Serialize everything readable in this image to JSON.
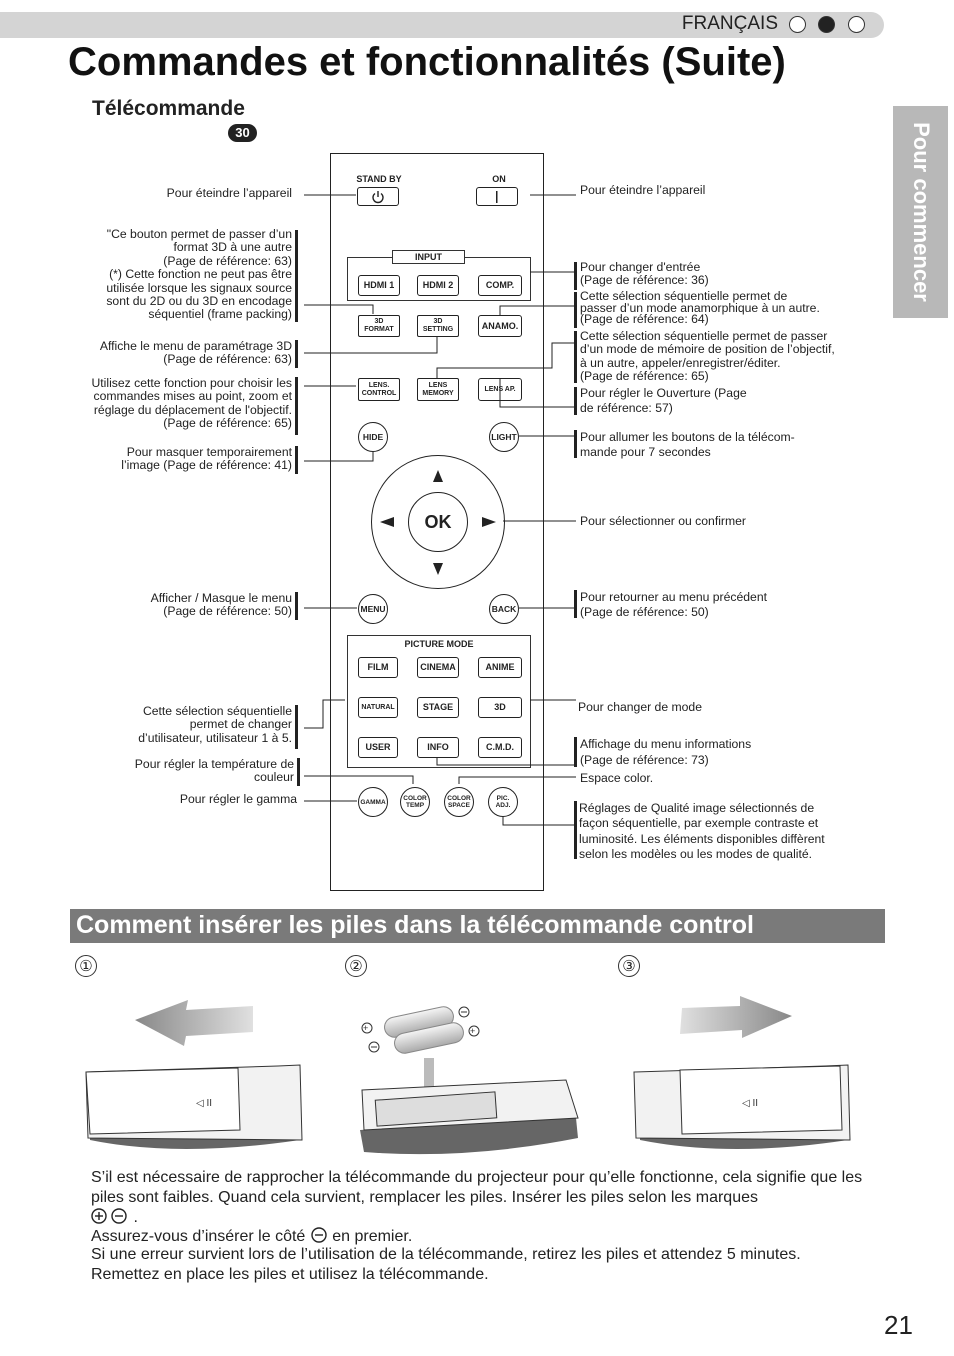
{
  "header": {
    "language": "FRANÇAIS",
    "title": "Commandes et fonctionnalités (Suite)",
    "subtitle": "Télécommande",
    "ref_badge": "30",
    "side_tab": "Pour commencer"
  },
  "remote": {
    "standby": "STAND BY",
    "on": "ON",
    "input_group": "INPUT",
    "hdmi1": "HDMI 1",
    "hdmi2": "HDMI 2",
    "comp": "COMP.",
    "format3d_1": "3D",
    "format3d_2": "FORMAT",
    "setting3d_1": "3D",
    "setting3d_2": "SETTING",
    "anamo": "ANAMO.",
    "lens_control_1": "LENS.",
    "lens_control_2": "CONTROL",
    "lens_memory_1": "LENS",
    "lens_memory_2": "MEMORY",
    "lens_ap": "LENS AP.",
    "hide": "HIDE",
    "light": "LIGHT",
    "ok": "OK",
    "menu": "MENU",
    "back": "BACK",
    "picture_mode": "PICTURE MODE",
    "film": "FILM",
    "cinema": "CINEMA",
    "anime": "ANIME",
    "natural": "NATURAL",
    "stage": "STAGE",
    "btn3d": "3D",
    "user": "USER",
    "info": "INFO",
    "cmd": "C.M.D.",
    "gamma": "GAMMA",
    "color_temp_1": "COLOR",
    "color_temp_2": "TEMP",
    "color_space_1": "COLOR",
    "color_space_2": "SPACE",
    "pic_adj_1": "PIC.",
    "pic_adj_2": "ADJ."
  },
  "notes_left": {
    "standby": "Pour éteindre l’appareil",
    "format3d": [
      "\"Ce bouton permet de passer d’un",
      "format 3D à une autre",
      "(Page de référence: 63)",
      "(*) Cette fonction ne peut pas être",
      "utilisée lorsque les signaux source",
      "sont du 2D ou du 3D en encodage",
      "séquentiel (frame packing)"
    ],
    "setting3d": [
      "Affiche le menu de paramétrage 3D",
      "(Page de référence: 63)"
    ],
    "lens_control": [
      "Utilisez cette fonction pour choisir les",
      "commandes mises au point, zoom et",
      "réglage du déplacement de l'objectif.",
      "(Page de référence: 65)"
    ],
    "hide": [
      "Pour masquer temporairement",
      "l’image (Page de référence: 41)"
    ],
    "menu": [
      "Afficher / Masque le menu",
      "(Page de référence: 50)"
    ],
    "user": [
      "Cette sélection séquentielle",
      "permet de changer",
      "d’utilisateur, utilisateur 1 à 5."
    ],
    "color_temp": [
      "Pour régler la température de",
      "couleur"
    ],
    "gamma": "Pour régler le gamma"
  },
  "notes_right": {
    "on": "Pour éteindre l’appareil",
    "input": [
      "Pour changer d'entrée",
      "(Page de référence: 36)"
    ],
    "anamo": [
      "Cette sélection séquentielle permet de",
      "passer d’un mode anamorphique à un autre.",
      "(Page de référence: 64)"
    ],
    "lens_memory": [
      "Cette sélection séquentielle permet de passer",
      "d’un mode de mémoire de position de l’objectif,",
      "à un autre, appeler/enregistrer/éditer.",
      "(Page de référence: 65)"
    ],
    "lens_ap": [
      "Pour régler le Ouverture (Page",
      "de référence: 57)"
    ],
    "light": [
      "Pour allumer les boutons de la télécom-",
      "mande pour 7 secondes"
    ],
    "ok": "Pour sélectionner ou confirmer",
    "back": [
      "Pour retourner au menu précédent",
      "(Page de référence: 50)"
    ],
    "picture_mode": "Pour changer de mode",
    "info": [
      "Affichage du menu informations",
      "(Page de référence: 73)"
    ],
    "color_space": "Espace color.",
    "pic_adj": [
      "Réglages de Qualité image sélectionnés de",
      "façon séquentielle, par exemple contraste et",
      "luminosité. Les éléments disponibles diffèrent",
      "selon les modèles ou les modes de qualité."
    ]
  },
  "battery_section": {
    "heading": "Comment insérer les piles dans la télécommande control",
    "steps": [
      "①",
      "②",
      "③"
    ],
    "paragraph1": "S’il est nécessaire de rapprocher la télécommande du projecteur pour qu’elle fonctionne, cela signifie que les piles sont faibles. Quand cela survient, remplacer les piles. Insérer les piles selon les marques",
    "paragraph1_end": ".",
    "paragraph2_a": "Assurez-vous d’insérer le côté",
    "paragraph2_b": "en premier.",
    "paragraph3": "Si une erreur survient lors de l’utilisation de la télécommande, retirez les piles et attendez 5 minutes.",
    "paragraph4": "Remettez en place les piles et utilisez la télécommande."
  },
  "page_number": "21"
}
